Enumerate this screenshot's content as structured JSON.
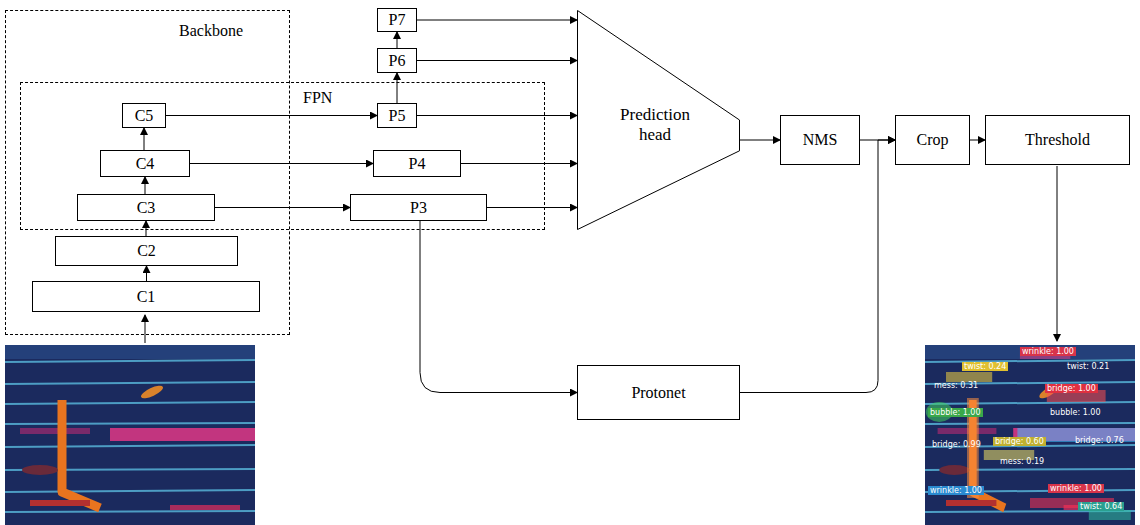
{
  "diagram": {
    "nodes": [
      {
        "text": [
          "Backbone"
        ]
      },
      {
        "text": [
          "C5"
        ],
        "in": 0
      },
      {
        "text": [
          "C4"
        ],
        "in": 0
      },
      {
        "text": [
          "C3"
        ],
        "in": 0
      },
      {
        "text": [
          "C2"
        ],
        "in": 0
      },
      {
        "text": [
          "C1"
        ],
        "in": 0
      },
      {
        "text": [
          "FPN"
        ]
      },
      {
        "text": [
          "P7"
        ]
      },
      {
        "text": [
          "P6"
        ]
      },
      {
        "text": [
          "P5"
        ],
        "in": 6
      },
      {
        "text": [
          "P4"
        ],
        "in": 6
      },
      {
        "text": [
          "P3"
        ],
        "in": 6
      },
      {
        "text": [
          "Prediction head"
        ]
      },
      {
        "text": [
          "NMS"
        ]
      },
      {
        "text": [
          "Crop"
        ]
      },
      {
        "text": [
          "Threshold"
        ]
      },
      {
        "text": [
          "Protonet"
        ]
      }
    ],
    "edges": [
      {
        "from": 5,
        "to": 4,
        "arrow": "to"
      },
      {
        "from": 4,
        "to": 3,
        "arrow": "to"
      },
      {
        "from": 3,
        "to": 2,
        "arrow": "to"
      },
      {
        "from": 2,
        "to": 1,
        "arrow": "to"
      },
      {
        "from": 1,
        "to": 9,
        "arrow": "to"
      },
      {
        "from": 2,
        "to": 10,
        "arrow": "to"
      },
      {
        "from": 3,
        "to": 11,
        "arrow": "to"
      },
      {
        "from": 9,
        "to": 8,
        "arrow": "to"
      },
      {
        "from": 8,
        "to": 7,
        "arrow": "to"
      },
      {
        "from": 7,
        "to": 12,
        "arrow": "to"
      },
      {
        "from": 8,
        "to": 12,
        "arrow": "to"
      },
      {
        "from": 9,
        "to": 12,
        "arrow": "to"
      },
      {
        "from": 10,
        "to": 12,
        "arrow": "to"
      },
      {
        "from": 11,
        "to": 12,
        "arrow": "to"
      },
      {
        "from": 12,
        "to": 13,
        "arrow": "to"
      },
      {
        "from": 13,
        "to": 14,
        "arrow": "to"
      },
      {
        "from": 14,
        "to": 15,
        "arrow": "to"
      },
      {
        "from": 11,
        "to": 16,
        "arrow": "to"
      },
      {
        "from": 16,
        "to": 14,
        "arrow": "to"
      }
    ],
    "labels": [
      "wrinkle: 1.00",
      "twist: 0.24",
      "twist: 0.21",
      "mess: 0.31",
      "bridge: 1.00",
      "bubble: 1.00",
      "bubble: 1.00",
      "bridge: 0.99",
      "bridge: 0.60",
      "bridge: 0.76",
      "mess: 0.19",
      "wrinkle: 1.00",
      "wrinkle: 1.00",
      "twist: 0.64"
    ]
  }
}
